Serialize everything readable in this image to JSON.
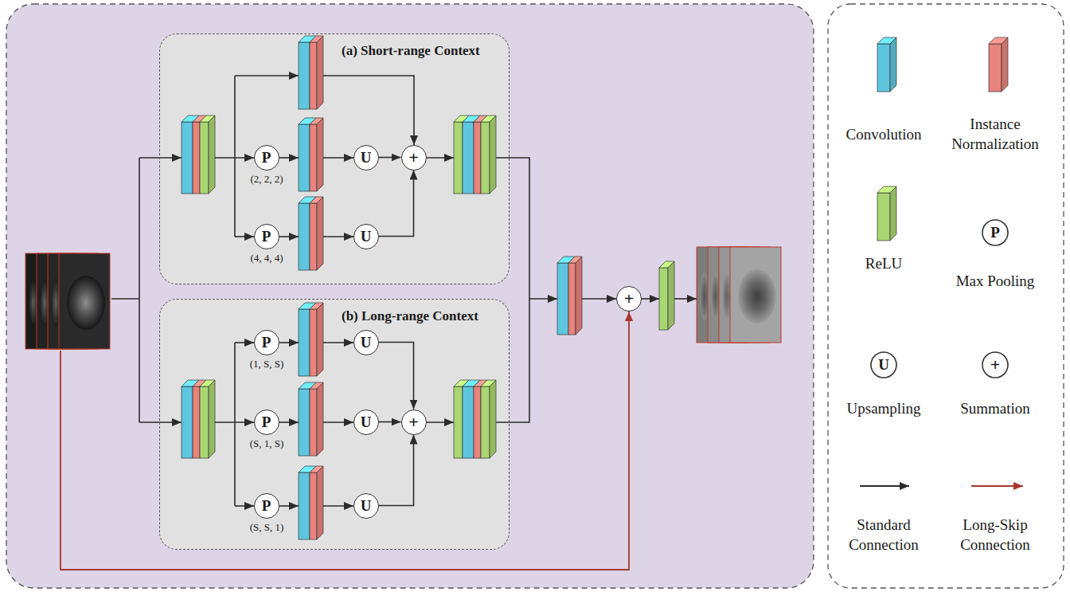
{
  "diagram": {
    "nodes": [
      {
        "text": [
          "(a) Short-range Context"
        ]
      },
      {
        "text": [
          "P"
        ],
        "in": 0
      },
      {
        "text": [
          "U"
        ],
        "in": 0
      },
      {
        "text": [
          "+"
        ],
        "in": 0
      },
      {
        "text": [
          "P"
        ],
        "in": 0
      },
      {
        "text": [
          "U"
        ],
        "in": 0
      },
      {
        "text": [
          "(b) Long-range Context"
        ]
      },
      {
        "text": [
          "P"
        ],
        "in": 6
      },
      {
        "text": [
          "U"
        ],
        "in": 6
      },
      {
        "text": [
          "P"
        ],
        "in": 6
      },
      {
        "text": [
          "U"
        ],
        "in": 6
      },
      {
        "text": [
          "+"
        ],
        "in": 6
      },
      {
        "text": [
          "P"
        ],
        "in": 6
      },
      {
        "text": [
          "U"
        ],
        "in": 6
      },
      {
        "text": [
          "+"
        ]
      }
    ],
    "edges": [
      {
        "from": 2,
        "to": 3,
        "arrow": "to"
      },
      {
        "from": 5,
        "to": 3,
        "arrow": "to"
      },
      {
        "from": 8,
        "to": 11,
        "arrow": "to"
      },
      {
        "from": 10,
        "to": 11,
        "arrow": "to"
      },
      {
        "from": 13,
        "to": 11,
        "arrow": "to"
      }
    ],
    "labels": [
      "(2, 2, 2)",
      "(4, 4, 4)",
      "(1, S, S)",
      "(S, 1, S)",
      "(S, S, 1)",
      "P",
      "U",
      "+"
    ],
    "legend": [
      {
        "text": "Convolution",
        "color": "#5ec6df"
      },
      {
        "text": "Instance Normalization",
        "color": "#e8837d"
      },
      {
        "text": "ReLU",
        "color": "#a9d672"
      },
      {
        "text": "Max Pooling"
      },
      {
        "text": "Upsampling"
      },
      {
        "text": "Summation"
      },
      {
        "text": "Standard Connection"
      },
      {
        "text": "Long-Skip Connection"
      }
    ]
  }
}
